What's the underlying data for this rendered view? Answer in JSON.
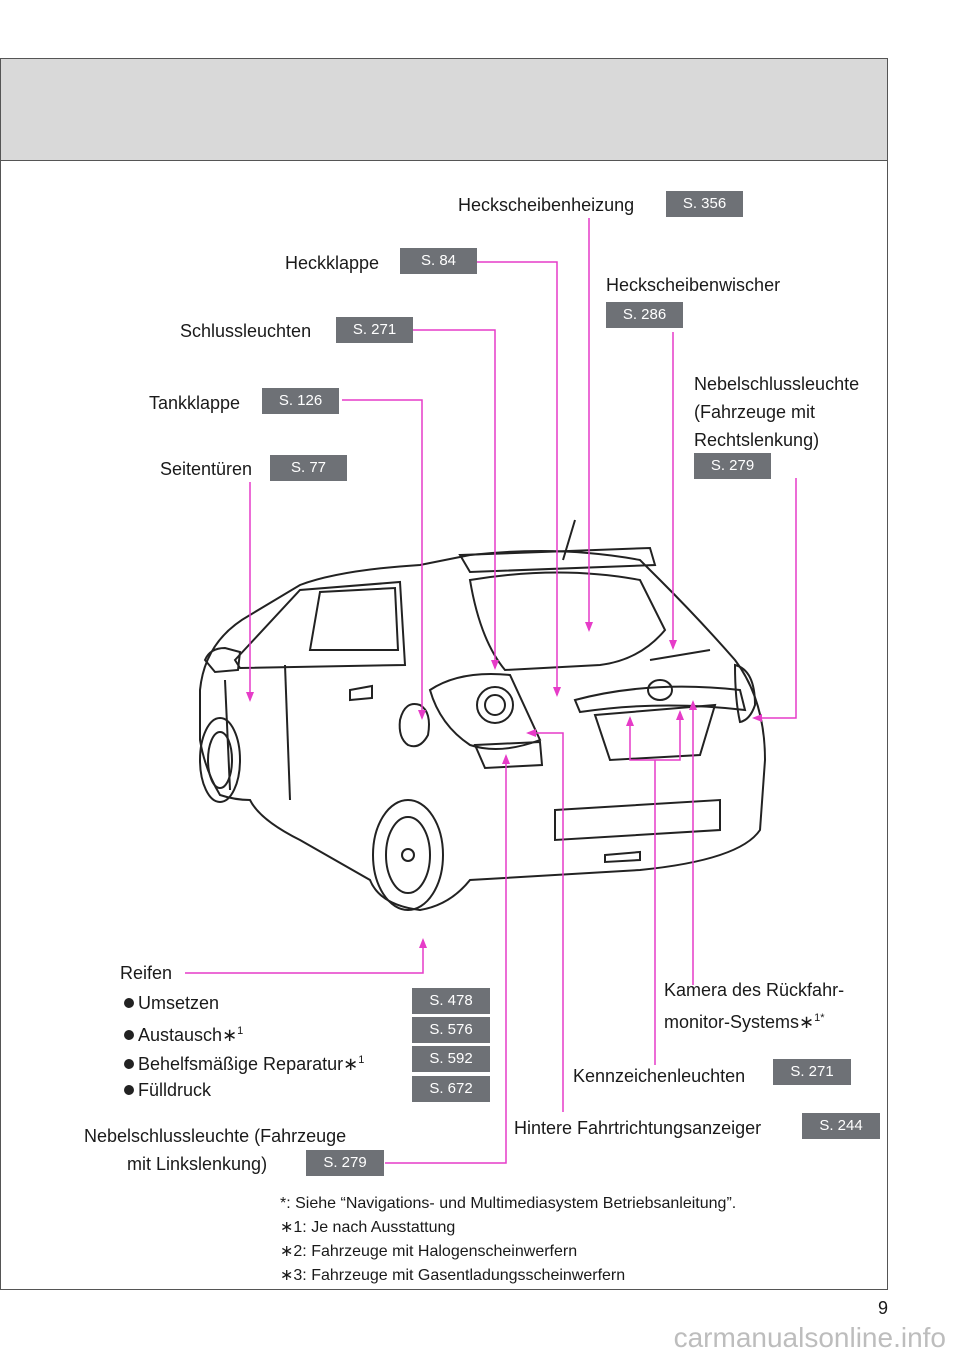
{
  "labels": {
    "heckscheibenheizung": {
      "text": "Heckscheibenheizung",
      "page": "S. 356"
    },
    "heckklappe": {
      "text": "Heckklappe",
      "page": "S. 84"
    },
    "heckscheibenwischer": {
      "text": "Heckscheibenwischer",
      "page": "S. 286"
    },
    "schlussleuchten": {
      "text": "Schlussleuchten",
      "page": "S. 271"
    },
    "tankklappe": {
      "text": "Tankklappe",
      "page": "S. 126"
    },
    "nebel_rechts": {
      "line1": "Nebelschlussleuchte",
      "line2": "(Fahrzeuge mit",
      "line3": "Rechtslenkung)",
      "page": "S. 279"
    },
    "seitentueren": {
      "text": "Seitentüren",
      "page": "S. 77"
    },
    "reifen": {
      "text": "Reifen"
    },
    "umsetzen": {
      "text": "Umsetzen",
      "page": "S. 478"
    },
    "austausch": {
      "text": "Austausch",
      "sup": "1",
      "page": "S. 576"
    },
    "behelfs": {
      "text": "Behelfsmäßige Reparatur",
      "sup": "1",
      "page": "S. 592"
    },
    "fuelldruck": {
      "text": "Fülldruck",
      "page": "S. 672"
    },
    "kamera": {
      "line1": "Kamera des Rückfahr-",
      "line2": "monitor-Systems",
      "sup": "1*"
    },
    "kennzeichen": {
      "text": "Kennzeichenleuchten",
      "page": "S. 271"
    },
    "fahrtrichtung": {
      "text": "Hintere Fahrtrichtungsanzeiger",
      "page": "S. 244"
    },
    "nebel_links": {
      "line1": "Nebelschlussleuchte (Fahrzeuge",
      "line2": "mit Linkslenkung)",
      "page": "S. 279"
    }
  },
  "footnotes": [
    "*: Siehe “Navigations- und Multimediasystem Betriebsanleitung”.",
    "∗1: Je nach Ausstattung",
    "∗2: Fahrzeuge mit Halogenscheinwerfern",
    "∗3: Fahrzeuge mit Gasentladungsscheinwerfern"
  ],
  "page_number": "9",
  "watermark": "carmanualsonline.info",
  "colors": {
    "leader": "#e63cc8",
    "badge": "#6e7176",
    "header": "#d9d9d9"
  }
}
